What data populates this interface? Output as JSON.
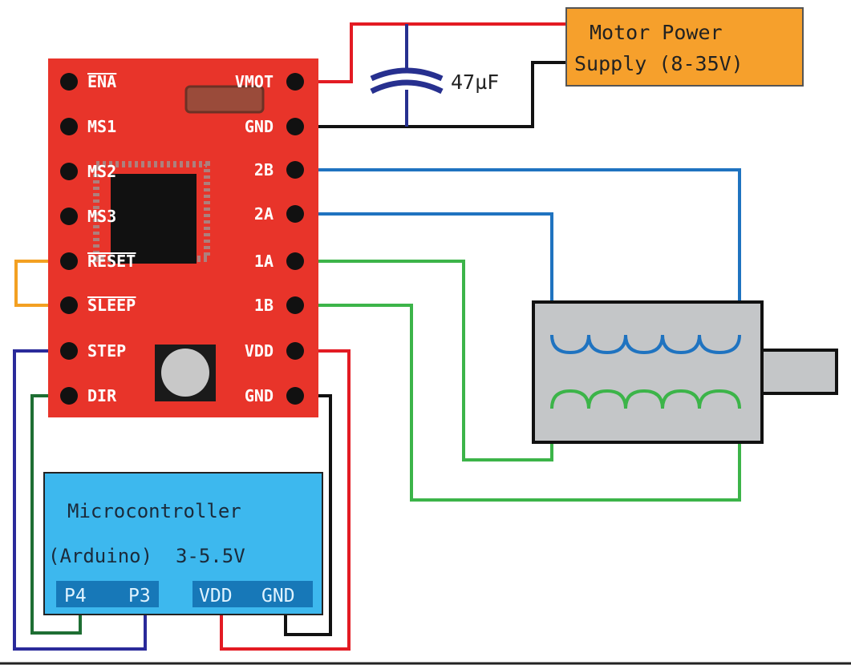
{
  "colors": {
    "board": "#e8342a",
    "pin": "#111111",
    "motor_supply_box": "#f6a02c",
    "microcontroller_box": "#3db8ee",
    "microcontroller_pinbar": "#1778b8",
    "wire_red": "#e31b23",
    "wire_black": "#111111",
    "wire_blue": "#1f73c0",
    "wire_green": "#3cb449",
    "wire_orange": "#f3a022",
    "wire_navy": "#2a2a9a",
    "wire_darkgreen": "#1e6e33",
    "capacitor": "#27308f",
    "motor_body": "#c4c6c8"
  },
  "driver": {
    "left_pins": [
      "ENA",
      "MS1",
      "MS2",
      "MS3",
      "RESET",
      "SLEEP",
      "STEP",
      "DIR"
    ],
    "right_pins": [
      "VMOT",
      "GND",
      "2B",
      "2A",
      "1A",
      "1B",
      "VDD",
      "GND"
    ],
    "overlined_pins": [
      "ENA",
      "RESET",
      "SLEEP"
    ]
  },
  "capacitor": {
    "label": "47µF"
  },
  "motor_supply": {
    "line1": "Motor Power",
    "line2": "Supply (8-35V)"
  },
  "microcontroller": {
    "title": "Microcontroller",
    "subtitle": "(Arduino)  3-5.5V",
    "pins": [
      "P4",
      "P3",
      "VDD",
      "GND"
    ]
  },
  "stepper_motor": {
    "coil_a_color": "blue",
    "coil_b_color": "green"
  }
}
